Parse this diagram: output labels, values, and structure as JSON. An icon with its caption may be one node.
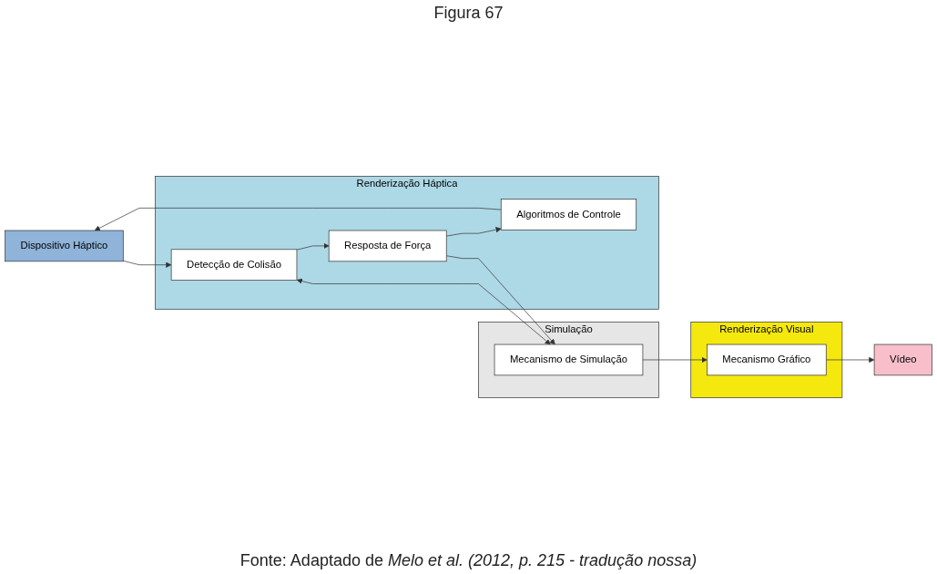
{
  "diagram": {
    "title": "Figura 67",
    "caption": "Fonte: Adaptado de *Melo et al. (2012, p. 215 - tradução nossa)*",
    "nodes": [
      {
        "text": [
          "Simulação"
        ]
      },
      {
        "text": [
          "Mecanismo de Simulação"
        ],
        "in": 0
      },
      {
        "text": [
          "Renderização Visual"
        ]
      },
      {
        "text": [
          "Mecanismo Gráfico"
        ],
        "in": 2
      },
      {
        "text": [
          "Vídeo"
        ]
      },
      {
        "text": [
          "Dispositivo Háptico"
        ]
      },
      {
        "text": [
          "Renderização Háptica"
        ]
      },
      {
        "text": [
          "Detecção de Colisão"
        ],
        "in": 6
      },
      {
        "text": [
          "Resposta de Força"
        ],
        "in": 6
      },
      {
        "text": [
          "Algoritmos de Controle"
        ],
        "in": 6
      }
    ],
    "edges": [
      {
        "from": 5,
        "to": 7,
        "arrow": "to"
      },
      {
        "from": 7,
        "to": 1,
        "arrow": "both"
      },
      {
        "from": 7,
        "to": 8,
        "arrow": "to"
      },
      {
        "from": 8,
        "to": 1,
        "arrow": "to"
      },
      {
        "from": 8,
        "to": 9,
        "arrow": "to"
      },
      {
        "from": 9,
        "to": 5,
        "arrow": "to"
      },
      {
        "from": 1,
        "to": 3,
        "arrow": "to"
      },
      {
        "from": 3,
        "to": 4,
        "arrow": "to"
      }
    ]
  }
}
